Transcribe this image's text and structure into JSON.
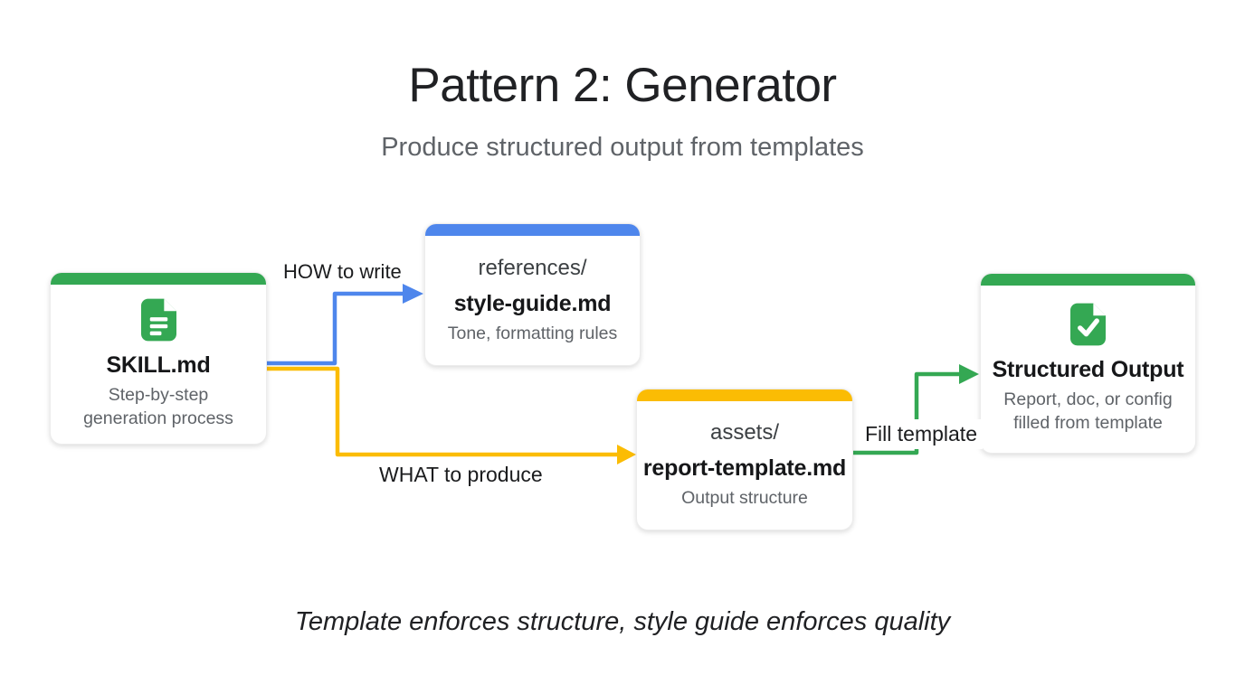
{
  "slide": {
    "title": "Pattern 2: Generator",
    "subtitle": "Produce structured output from templates",
    "footer": "Template enforces structure, style guide enforces quality"
  },
  "colors": {
    "green": "#34A853",
    "blue": "#4E86EC",
    "yellow": "#FBBC04"
  },
  "cards": {
    "skill": {
      "title": "SKILL.md",
      "description": "Step-by-step\ngeneration process",
      "accent": "#34A853",
      "icon": "document-icon"
    },
    "references": {
      "folder": "references/",
      "title": "style-guide.md",
      "description": "Tone, formatting rules",
      "accent": "#4E86EC"
    },
    "assets": {
      "folder": "assets/",
      "title": "report-template.md",
      "description": "Output structure",
      "accent": "#FBBC04"
    },
    "output": {
      "title": "Structured Output",
      "description": "Report, doc, or config\nfilled from template",
      "accent": "#34A853",
      "icon": "document-check-icon"
    }
  },
  "arrows": {
    "how": {
      "label": "HOW to write",
      "color": "#4E86EC"
    },
    "what": {
      "label": "WHAT to produce",
      "color": "#FBBC04"
    },
    "fill": {
      "label": "Fill template",
      "color": "#34A853"
    }
  }
}
